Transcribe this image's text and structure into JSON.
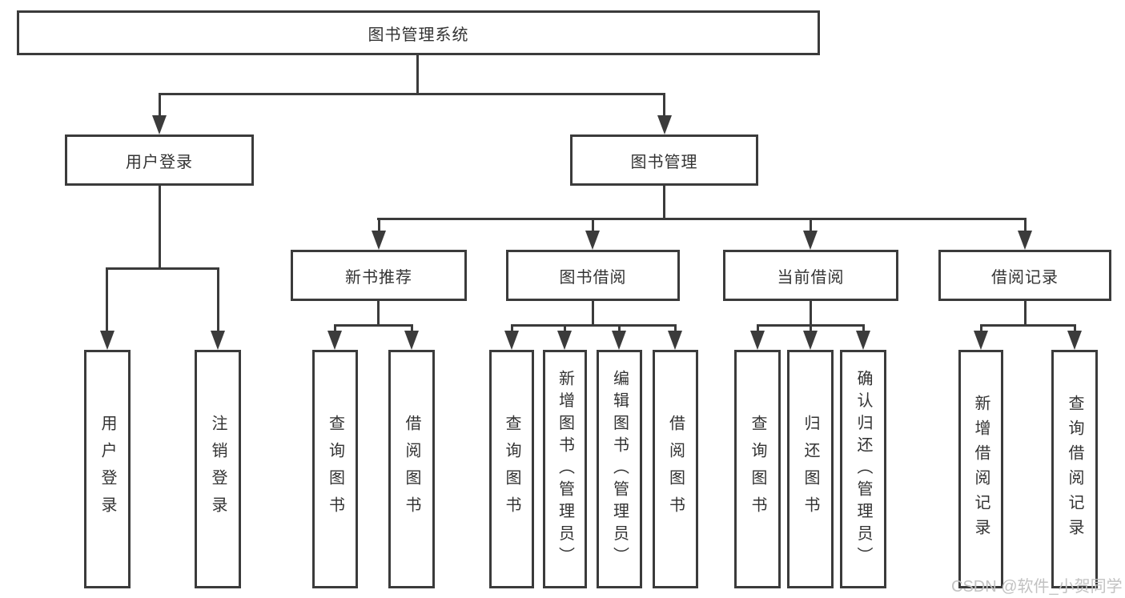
{
  "tree": {
    "root": "图书管理系统",
    "children": [
      {
        "label": "用户登录",
        "children": [
          "用户登录",
          "注销登录"
        ]
      },
      {
        "label": "图书管理",
        "children": [
          {
            "label": "新书推荐",
            "children": [
              "查询图书",
              "借阅图书"
            ]
          },
          {
            "label": "图书借阅",
            "children": [
              "查询图书",
              "新增图书（管理员）",
              "编辑图书（管理员）",
              "借阅图书"
            ]
          },
          {
            "label": "当前借阅",
            "children": [
              "查询图书",
              "归还图书",
              "确认归还（管理员）"
            ]
          },
          {
            "label": "借阅记录",
            "children": [
              "新增借阅记录",
              "查询借阅记录"
            ]
          }
        ]
      }
    ]
  },
  "watermark": {
    "text": "CSDN @软件_小贺同学"
  },
  "colors": {
    "line": "#3b3b3b",
    "text": "#333333",
    "background": "#ffffff",
    "watermark": "#c2c2c2"
  }
}
